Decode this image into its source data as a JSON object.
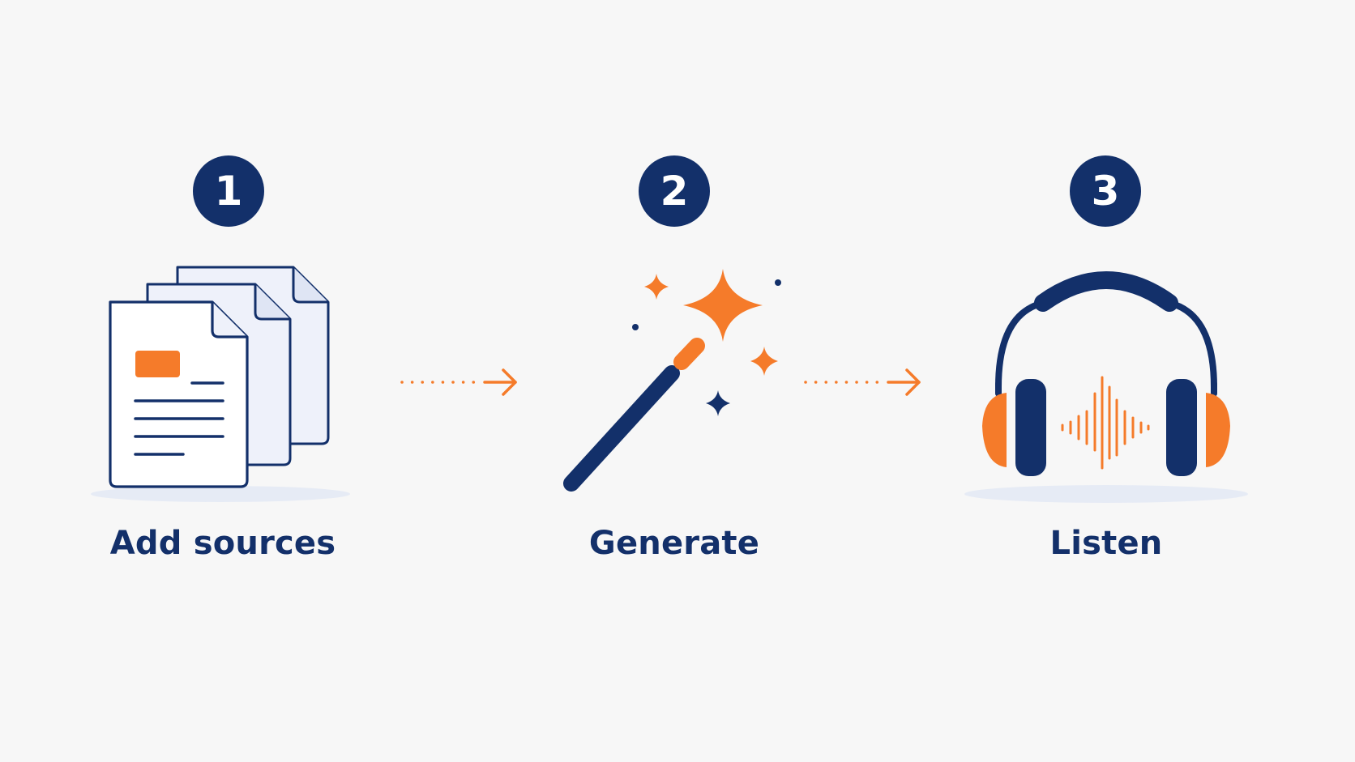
{
  "steps": [
    {
      "number": "1",
      "label": "Add sources",
      "icon": "documents-icon"
    },
    {
      "number": "2",
      "label": "Generate",
      "icon": "magic-wand-icon"
    },
    {
      "number": "3",
      "label": "Listen",
      "icon": "headphones-icon"
    }
  ],
  "colors": {
    "background": "#f7f7f7",
    "navy": "#13306a",
    "orange": "#f57b2a",
    "paper": "#eef1fa",
    "shadow": "#e6ebf5"
  }
}
